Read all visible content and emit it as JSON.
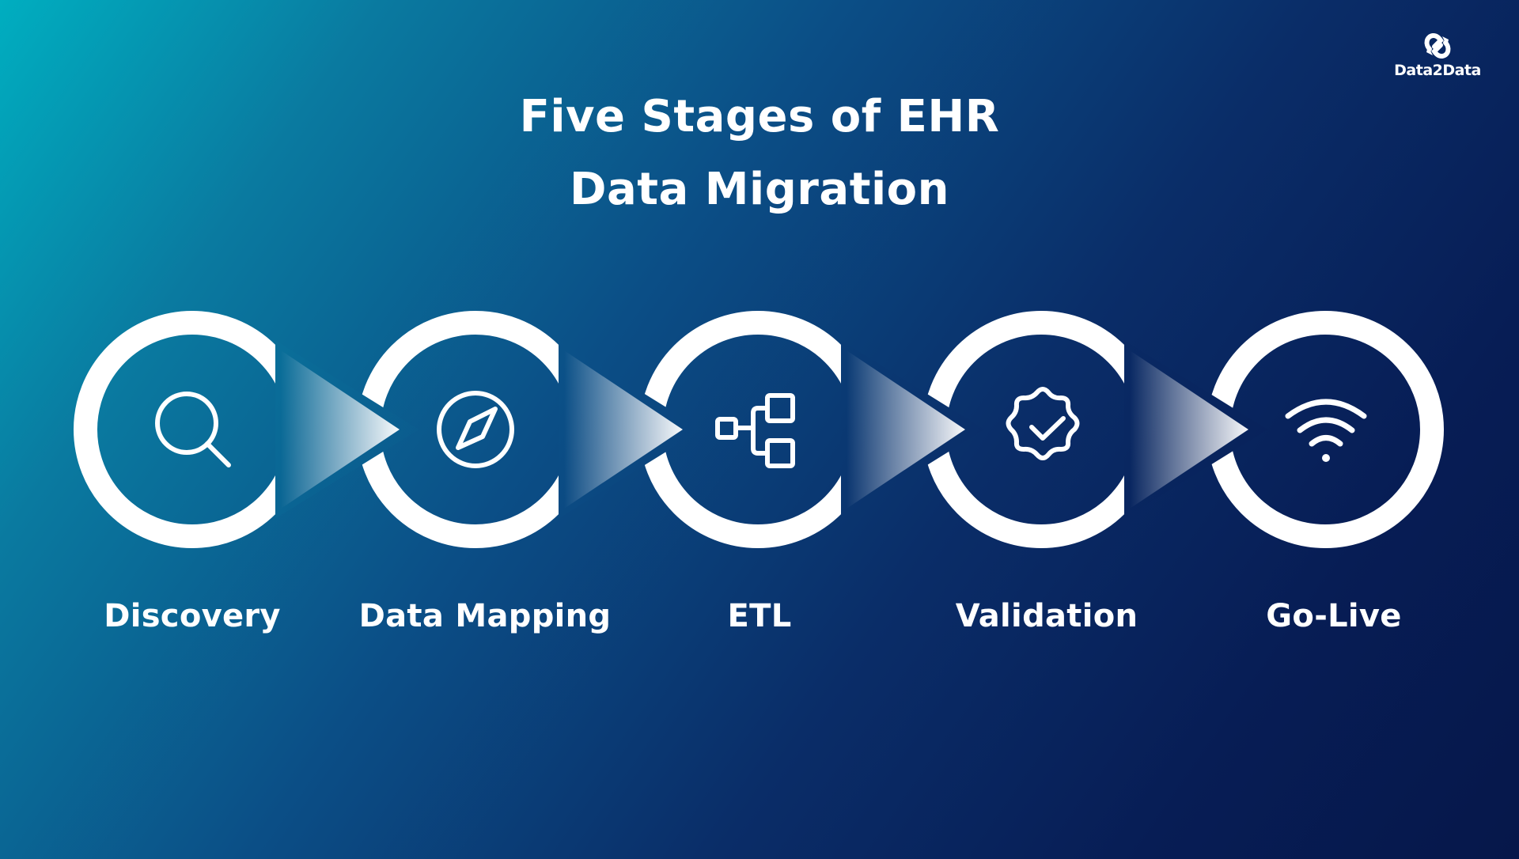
{
  "logo": {
    "name": "Data2Data",
    "icon": "sync-arrows-icon"
  },
  "title": {
    "line1": "Five Stages of EHR",
    "line2": "Data Migration"
  },
  "colors": {
    "background_start": "#00aec0",
    "background_end": "#06174a",
    "ring": "#ffffff",
    "text": "#ffffff"
  },
  "stages": [
    {
      "label": "Discovery",
      "icon": "search-icon"
    },
    {
      "label": "Data Mapping",
      "icon": "compass-icon"
    },
    {
      "label": "ETL",
      "icon": "hierarchy-flow-icon"
    },
    {
      "label": "Validation",
      "icon": "verified-badge-icon"
    },
    {
      "label": "Go-Live",
      "icon": "wifi-signal-icon"
    }
  ]
}
